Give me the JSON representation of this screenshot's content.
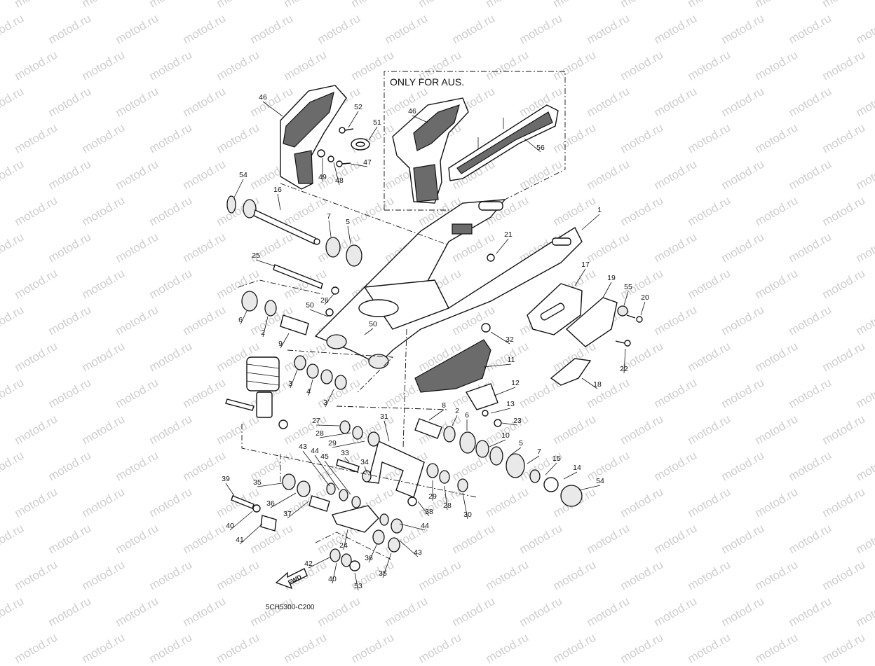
{
  "watermark": "motod.ru",
  "inset_note": "ONLY FOR AUS.",
  "diagram_code": "5CH5300-C200",
  "fwd_label": "FWD",
  "callouts": [
    {
      "id": "c46a",
      "text": "46"
    },
    {
      "id": "c52",
      "text": "52"
    },
    {
      "id": "c51",
      "text": "51"
    },
    {
      "id": "c47",
      "text": "47"
    },
    {
      "id": "c49",
      "text": "49"
    },
    {
      "id": "c48",
      "text": "48"
    },
    {
      "id": "c54a",
      "text": "54"
    },
    {
      "id": "c16",
      "text": "16"
    },
    {
      "id": "c7a",
      "text": "7"
    },
    {
      "id": "c5a",
      "text": "5"
    },
    {
      "id": "c25",
      "text": "25"
    },
    {
      "id": "c26",
      "text": "26"
    },
    {
      "id": "c50a",
      "text": "50"
    },
    {
      "id": "c50b",
      "text": "50"
    },
    {
      "id": "c6a",
      "text": "6"
    },
    {
      "id": "c2a",
      "text": "2"
    },
    {
      "id": "c9",
      "text": "9"
    },
    {
      "id": "c3a",
      "text": "3"
    },
    {
      "id": "c4",
      "text": "4"
    },
    {
      "id": "c3b",
      "text": "3"
    },
    {
      "id": "c46b",
      "text": "46"
    },
    {
      "id": "c56",
      "text": "56"
    },
    {
      "id": "c1",
      "text": "1"
    },
    {
      "id": "c21",
      "text": "21"
    },
    {
      "id": "c17",
      "text": "17"
    },
    {
      "id": "c19",
      "text": "19"
    },
    {
      "id": "c55",
      "text": "55"
    },
    {
      "id": "c20",
      "text": "20"
    },
    {
      "id": "c22",
      "text": "22"
    },
    {
      "id": "c32",
      "text": "32"
    },
    {
      "id": "c11",
      "text": "11"
    },
    {
      "id": "c18",
      "text": "18"
    },
    {
      "id": "c12",
      "text": "12"
    },
    {
      "id": "c13",
      "text": "13"
    },
    {
      "id": "c8",
      "text": "8"
    },
    {
      "id": "c2b",
      "text": "2"
    },
    {
      "id": "c23",
      "text": "23"
    },
    {
      "id": "c6b",
      "text": "6"
    },
    {
      "id": "c10",
      "text": "10"
    },
    {
      "id": "c5b",
      "text": "5"
    },
    {
      "id": "c7b",
      "text": "7"
    },
    {
      "id": "c15",
      "text": "15"
    },
    {
      "id": "c14",
      "text": "14"
    },
    {
      "id": "c54b",
      "text": "54"
    },
    {
      "id": "c27",
      "text": "27"
    },
    {
      "id": "c28a",
      "text": "28"
    },
    {
      "id": "c29a",
      "text": "29"
    },
    {
      "id": "c31",
      "text": "31"
    },
    {
      "id": "c33",
      "text": "33"
    },
    {
      "id": "c34",
      "text": "34"
    },
    {
      "id": "c43a",
      "text": "43"
    },
    {
      "id": "c44a",
      "text": "44"
    },
    {
      "id": "c45",
      "text": "45"
    },
    {
      "id": "c39",
      "text": "39"
    },
    {
      "id": "c35a",
      "text": "35"
    },
    {
      "id": "c36a",
      "text": "36"
    },
    {
      "id": "c37",
      "text": "37"
    },
    {
      "id": "c40a",
      "text": "40"
    },
    {
      "id": "c41",
      "text": "41"
    },
    {
      "id": "c38",
      "text": "38"
    },
    {
      "id": "c29b",
      "text": "29"
    },
    {
      "id": "c28b",
      "text": "28"
    },
    {
      "id": "c30",
      "text": "30"
    },
    {
      "id": "c44b",
      "text": "44"
    },
    {
      "id": "c24",
      "text": "24"
    },
    {
      "id": "c43b",
      "text": "43"
    },
    {
      "id": "c36b",
      "text": "36"
    },
    {
      "id": "c42",
      "text": "42"
    },
    {
      "id": "c40b",
      "text": "40"
    },
    {
      "id": "c53",
      "text": "53"
    },
    {
      "id": "c35b",
      "text": "35"
    }
  ]
}
